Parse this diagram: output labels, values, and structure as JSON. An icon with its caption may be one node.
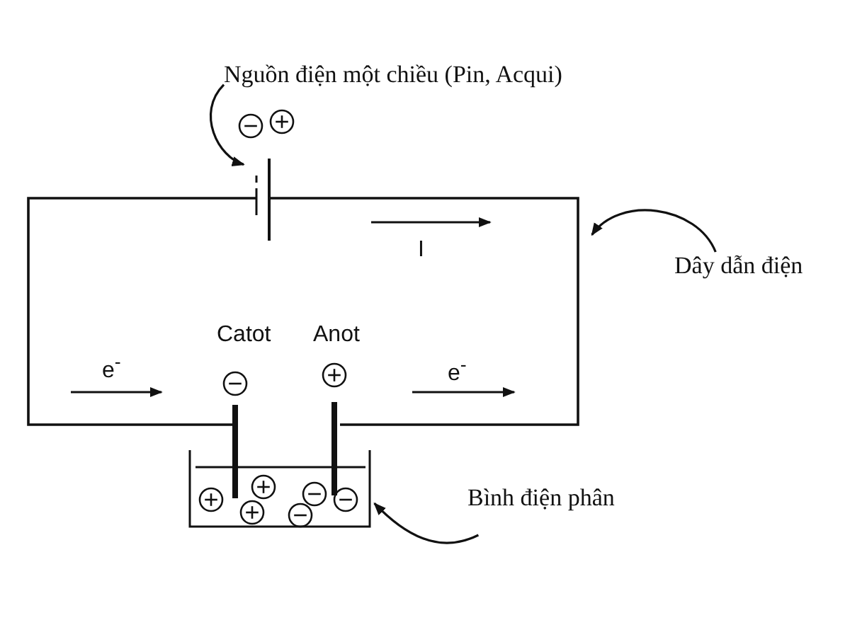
{
  "diagram": {
    "nodes": [
      {
        "text": [
          "Nguồn điện một chiều (Pin, Acqui)"
        ]
      },
      {
        "text": [],
        "shape": "picture"
      },
      {
        "text": [
          "Dây dẫn điện"
        ]
      },
      {
        "text": [],
        "shape": "picture"
      },
      {
        "text": [
          "Bình điện phân"
        ]
      },
      {
        "text": [],
        "shape": "picture"
      }
    ],
    "edges": [
      {
        "from": 0,
        "to": 1,
        "arrow": "to"
      },
      {
        "from": 2,
        "to": 3,
        "arrow": "to"
      },
      {
        "from": 4,
        "to": 5,
        "arrow": "to"
      }
    ],
    "labels": [
      "I",
      "Catot",
      "Anot",
      "e$^{-}$",
      "e$^{-}$"
    ]
  }
}
